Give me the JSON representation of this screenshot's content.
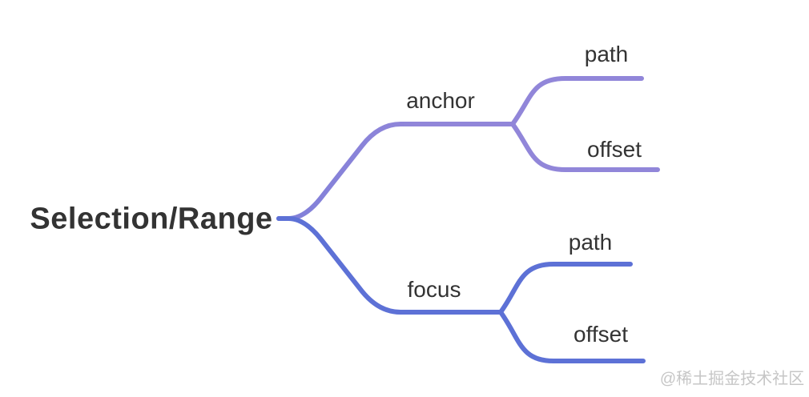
{
  "root": {
    "label": "Selection/Range"
  },
  "branches": [
    {
      "label": "anchor",
      "children": [
        {
          "label": "path"
        },
        {
          "label": "offset"
        }
      ]
    },
    {
      "label": "focus",
      "children": [
        {
          "label": "path"
        },
        {
          "label": "offset"
        }
      ]
    }
  ],
  "watermark": {
    "text": "@稀土掘金技术社区"
  },
  "colors": {
    "anchor_line": "#9186d9",
    "focus_line": "#5d71d6",
    "root_junction": "#7f7fd9",
    "label_text": "#333333",
    "watermark_text": "#c6c6c6",
    "background": "#ffffff"
  }
}
